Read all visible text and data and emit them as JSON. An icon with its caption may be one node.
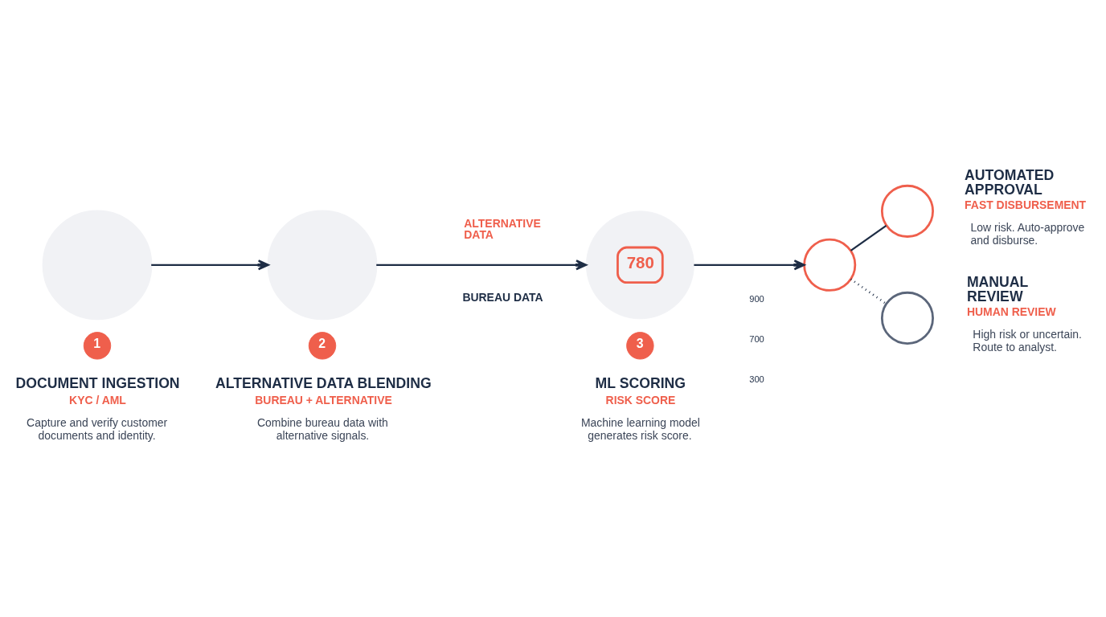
{
  "diagram": {
    "nodes": [
      {
        "text": [],
        "shape": "circle",
        "beside": [
          "DOCUMENT INGESTION",
          "KYC / AML",
          "Capture and verify customer documents and identity."
        ]
      },
      {
        "text": [
          "1"
        ]
      },
      {
        "text": [],
        "shape": "circle",
        "beside": [
          "ALTERNATIVE DATA BLENDING",
          "BUREAU + ALTERNATIVE",
          "Combine bureau data with alternative signals."
        ]
      },
      {
        "text": [
          "2"
        ]
      },
      {
        "text": [
          "780"
        ],
        "beside": [
          "ML SCORING",
          "RISK SCORE",
          "Machine learning model generates risk score."
        ]
      },
      {
        "text": [
          "3"
        ]
      },
      {
        "text": [],
        "shape": "circle"
      },
      {
        "text": [],
        "shape": "circle",
        "beside": [
          "AUTOMATED APPROVAL",
          "FAST DISBURSEMENT",
          "Low risk. Auto-approve and disburse."
        ]
      },
      {
        "text": [],
        "shape": "circle",
        "beside": [
          "MANUAL REVIEW",
          "HUMAN REVIEW",
          "High risk or uncertain. Route to analyst."
        ]
      }
    ],
    "edges": [
      {
        "from": 0,
        "to": 2,
        "arrow": "to"
      },
      {
        "from": 2,
        "to": 4,
        "arrow": "to"
      },
      {
        "from": 4,
        "to": 6,
        "arrow": "to"
      },
      {
        "from": 6,
        "to": 7,
        "arrow": "none"
      },
      {
        "from": 6,
        "to": 8,
        "arrow": "none",
        "style": "dashed"
      }
    ],
    "labels": [
      "ALTERNATIVE DATA",
      "BUREAU DATA",
      "900",
      "700",
      "300"
    ]
  }
}
